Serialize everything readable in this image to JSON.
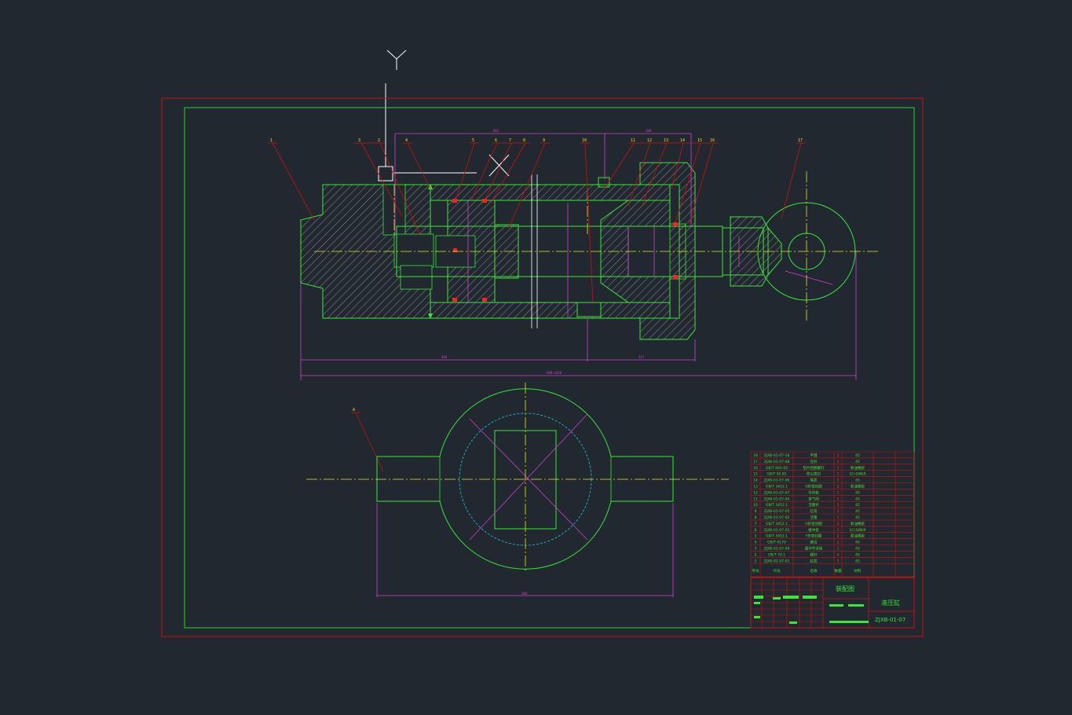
{
  "drawing": {
    "title_main": "装配图",
    "title_part": "液压缸",
    "drawing_number": "ZJXB-01-07",
    "section_mark": "A"
  },
  "balloons": [
    "1",
    "3",
    "2",
    "4",
    "5",
    "6",
    "7",
    "8",
    "9",
    "10",
    "11",
    "12",
    "13",
    "14",
    "15",
    "16",
    "17"
  ],
  "header_row": {
    "seq": "序号",
    "code": "代号",
    "name": "名称",
    "qty": "数量",
    "material": "材料"
  },
  "bom_rows": [
    {
      "no": "18",
      "code": "ZJXB-01-07-18",
      "name": "平键",
      "qty": "1",
      "mat": "45"
    },
    {
      "no": "17",
      "code": "ZJXB-01-07-08",
      "name": "连杆",
      "qty": "1",
      "mat": "45"
    },
    {
      "no": "16",
      "code": "GB/T 891-02",
      "name": "垫片挡圈螺钉",
      "qty": "1",
      "mat": "耐油橡胶"
    },
    {
      "no": "15",
      "code": "GB/T 92.85",
      "name": "防尘密封",
      "qty": "1",
      "mat": "1Cr18Ni9"
    },
    {
      "no": "14",
      "code": "ZJXB-01-07-06",
      "name": "端盖",
      "qty": "1",
      "mat": "45"
    },
    {
      "no": "13",
      "code": "GB/T 3452.1",
      "name": "O形密封圈",
      "qty": "2",
      "mat": "耐油橡胶"
    },
    {
      "no": "12",
      "code": "ZJXB-01-07-07",
      "name": "导向套",
      "qty": "1",
      "mat": "45"
    },
    {
      "no": "11",
      "code": "ZJXB-01-07-04",
      "name": "排气阀",
      "qty": "1",
      "mat": "45"
    },
    {
      "no": "10",
      "code": "GB/T 3452.1",
      "name": "活塞杆",
      "qty": "1",
      "mat": "45"
    },
    {
      "no": "9",
      "code": "ZJXB-01-07-05",
      "name": "缸筒",
      "qty": "1",
      "mat": "45"
    },
    {
      "no": "8",
      "code": "ZJXB-01-07-02",
      "name": "活塞",
      "qty": "1",
      "mat": "45"
    },
    {
      "no": "7",
      "code": "GB/T 3452.1",
      "name": "O形密封圈",
      "qty": "2",
      "mat": "耐油橡胶"
    },
    {
      "no": "6",
      "code": "ZJXB-01-07-03",
      "name": "缓冲套",
      "qty": "1",
      "mat": "1Cr18Ni9"
    },
    {
      "no": "5",
      "code": "GB/T 3452.1",
      "name": "Y形密封圈",
      "qty": "2",
      "mat": "耐油橡胶"
    },
    {
      "no": "4",
      "code": "GB/T 6170",
      "name": "螺母",
      "qty": "1",
      "mat": "45"
    },
    {
      "no": "3",
      "code": "ZJXB-01-07-09",
      "name": "缓冲节流阀",
      "qty": "1",
      "mat": "45"
    },
    {
      "no": "2",
      "code": "GB/T 70.1",
      "name": "螺钉",
      "qty": "4",
      "mat": "45"
    },
    {
      "no": "1",
      "code": "ZJXB-01-07-01",
      "name": "缸底",
      "qty": "1",
      "mat": "45"
    }
  ],
  "dimensions": {
    "top_span": "D62",
    "stroke": "100",
    "lower_left": "360",
    "lower_right": "317",
    "overall": "680~1050",
    "bottom_width": "380"
  },
  "colors": {
    "background": "#212830",
    "frame_outer": "#d01010",
    "frame_inner": "#30d030",
    "geometry": "#39e639",
    "dimension": "#d040d0",
    "centerline": "#e6e61a",
    "leader": "#d01010",
    "hatch": "#9a9a9a",
    "table_grid": "#d01010"
  }
}
